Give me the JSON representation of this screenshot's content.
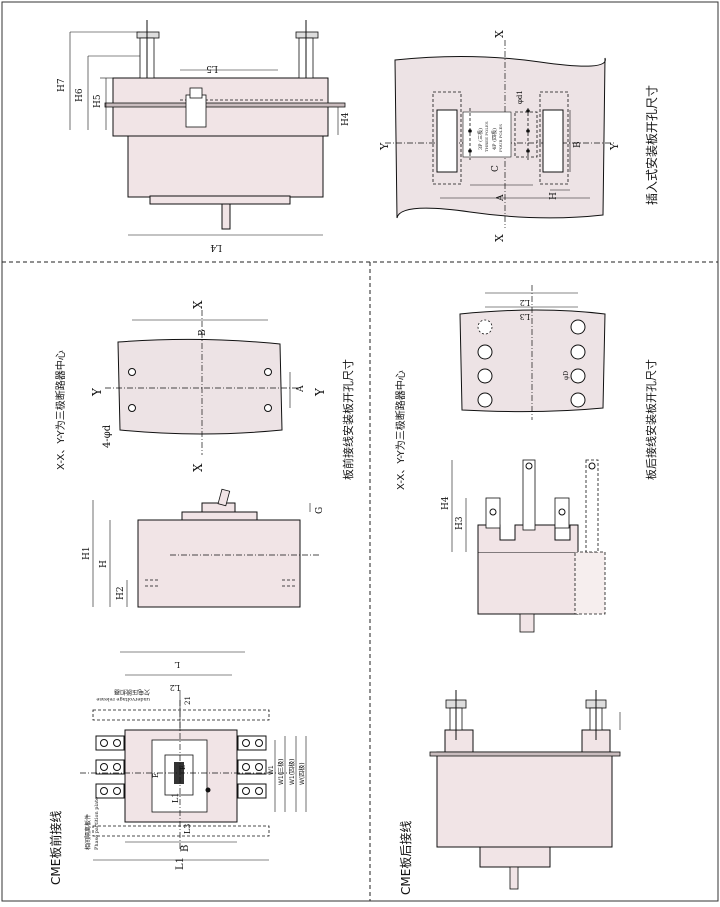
{
  "sections": {
    "front_wiring": "CME板前接线",
    "back_wiring": "CME板后接线",
    "xy_center_left": "X-X、Y-Y为三极断路器中心",
    "xy_center_right": "X-X、Y-Y为三极断路器中心",
    "front_panel_holes": "板前接线安装板开孔尺寸",
    "back_panel_holes": "板后接线安装板开孔尺寸",
    "plugin_panel_holes": "插入式安装板开孔尺寸"
  },
  "dimensions": {
    "L": "L",
    "L1": "L1",
    "L2": "L2",
    "L3": "L3",
    "L4": "L4",
    "L5": "L5",
    "H": "H",
    "H1": "H1",
    "H2": "H2",
    "H3": "H3",
    "H4": "H4",
    "H5": "H5",
    "H6": "H6",
    "H7": "H7",
    "A": "A",
    "B": "B",
    "C": "C",
    "G": "G",
    "W1": "W1",
    "W1_3": "W1(三极)",
    "W1_4": "W1(四极)",
    "W2_4": "W(四极)",
    "X": "X",
    "Y": "Y",
    "phi_d": "4-φd",
    "phi_d1": "φd1",
    "phi_D": "φD",
    "n21": "21",
    "E1": "E",
    "E2": "E"
  },
  "callouts": {
    "undervoltage_cn": "欠电压脱扣器",
    "undervoltage_en": "undervoltage release",
    "phase_barrier_cn": "相间隔离板件",
    "phase_barrier_en": "Phase partition plate",
    "poles_3": "3P (三极)",
    "poles_3_en": "THREE POLES",
    "poles_4": "4P (四极)",
    "poles_4_en": "FOUR POLES"
  }
}
